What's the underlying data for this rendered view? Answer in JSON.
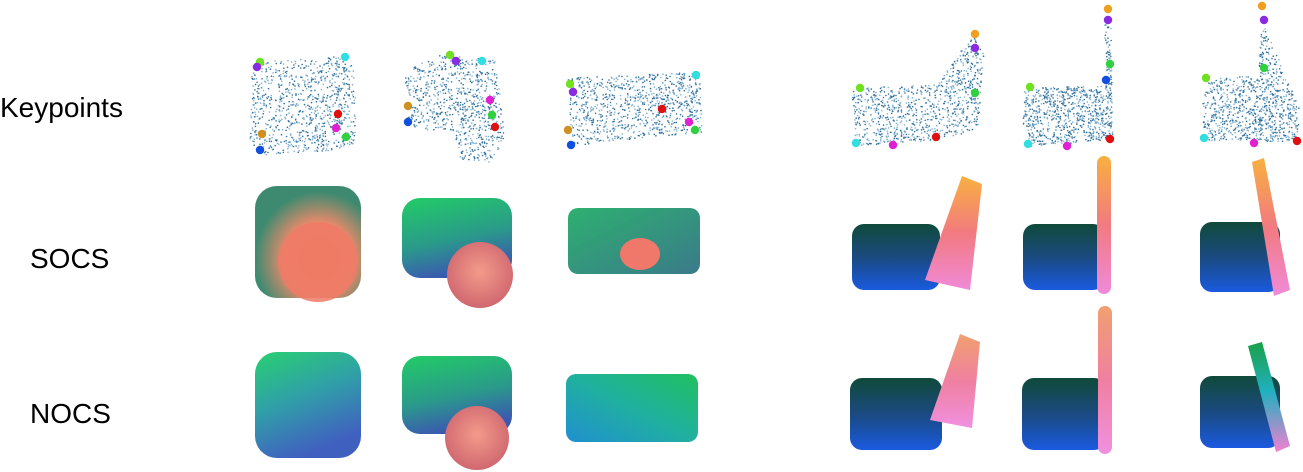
{
  "rows": [
    {
      "id": "keypoints",
      "label": "Keypoints"
    },
    {
      "id": "socs",
      "label": "SOCS"
    },
    {
      "id": "nocs",
      "label": "NOCS"
    }
  ],
  "objects": [
    {
      "id": "mug-front",
      "shape": "mug-front"
    },
    {
      "id": "mug-side",
      "shape": "mug-side"
    },
    {
      "id": "can",
      "shape": "can"
    },
    {
      "id": "laptop-a",
      "shape": "laptop-a"
    },
    {
      "id": "laptop-b",
      "shape": "laptop-b"
    },
    {
      "id": "laptop-c",
      "shape": "laptop-c"
    }
  ],
  "keypoint_colors": {
    "orange": "#f0a020",
    "purple": "#8a2be2",
    "cyan": "#30e0e0",
    "green": "#30d040",
    "red": "#e01010",
    "magenta": "#e020d0",
    "blue": "#1050e0",
    "lime": "#70e020",
    "amber": "#d09020"
  }
}
